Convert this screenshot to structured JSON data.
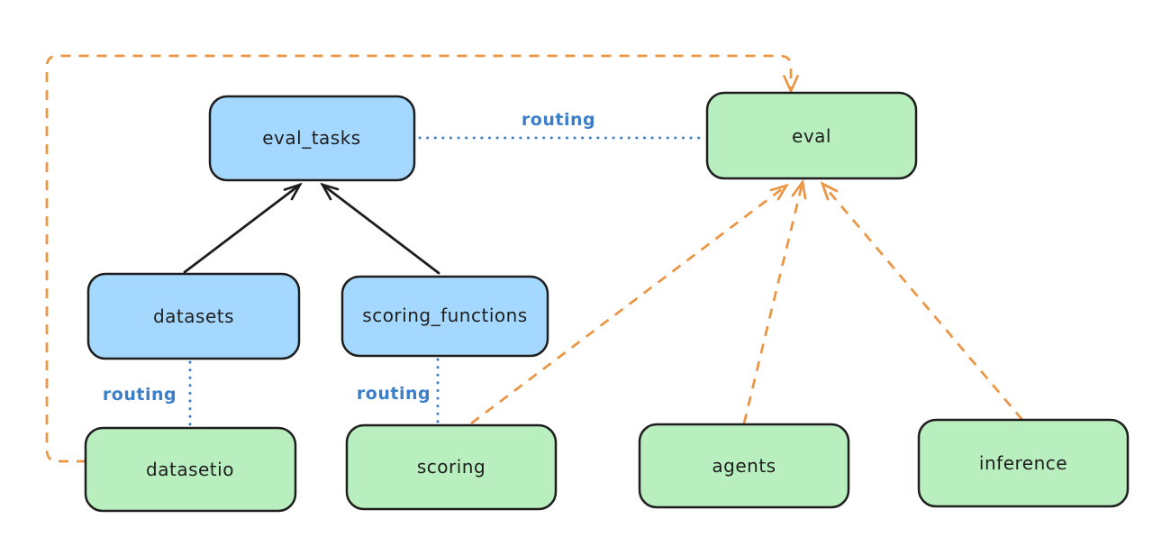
{
  "diagram": {
    "type": "architecture-flow",
    "nodes": {
      "eval_tasks": {
        "label": "eval_tasks",
        "fill": "blue"
      },
      "eval": {
        "label": "eval",
        "fill": "green"
      },
      "datasets": {
        "label": "datasets",
        "fill": "blue"
      },
      "scoring_functions": {
        "label": "scoring_functions",
        "fill": "blue"
      },
      "datasetio": {
        "label": "datasetio",
        "fill": "green"
      },
      "scoring": {
        "label": "scoring",
        "fill": "green"
      },
      "agents": {
        "label": "agents",
        "fill": "green"
      },
      "inference": {
        "label": "inference",
        "fill": "green"
      }
    },
    "edges": [
      {
        "from": "eval_tasks",
        "to": "eval",
        "style": "dotted",
        "label": "routing"
      },
      {
        "from": "datasets",
        "to": "eval_tasks",
        "style": "solid_arrow"
      },
      {
        "from": "scoring_functions",
        "to": "eval_tasks",
        "style": "solid_arrow"
      },
      {
        "from": "datasets",
        "to": "datasetio",
        "style": "dotted",
        "label": "routing"
      },
      {
        "from": "scoring_functions",
        "to": "scoring",
        "style": "dotted",
        "label": "routing"
      },
      {
        "from": "datasetio",
        "to": "eval",
        "style": "dashed_arrow"
      },
      {
        "from": "scoring",
        "to": "eval",
        "style": "dashed_arrow"
      },
      {
        "from": "agents",
        "to": "eval",
        "style": "dashed_arrow"
      },
      {
        "from": "inference",
        "to": "eval",
        "style": "dashed_arrow"
      }
    ]
  },
  "colors": {
    "blue_fill": "#a5d8ff",
    "green_fill": "#b9efbf",
    "ink": "#1e1e1e",
    "orange": "#eb9441",
    "routing_blue": "#3c7fc9",
    "background": "#ffffff"
  }
}
